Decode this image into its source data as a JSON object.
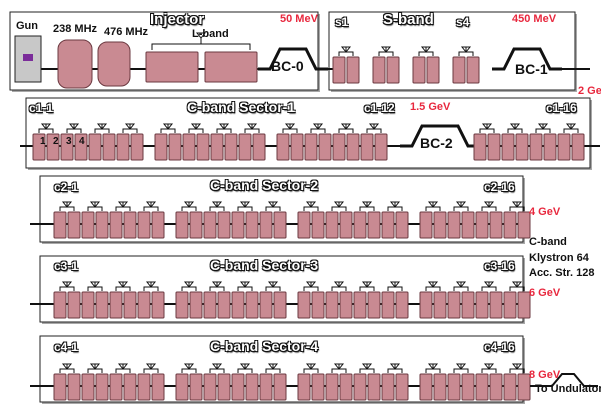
{
  "colors": {
    "module": "#c98a92",
    "module_stroke": "#6b3940",
    "energy_text": "#e8283e",
    "gun_fill": "#c8c8c8",
    "gun_cathode": "#7b2c9a"
  },
  "injector": {
    "gun_label": "Gun",
    "sbh1_label": "238 MHz",
    "sbh2_label": "476 MHz",
    "title": "Injector",
    "lband_label": "L-band",
    "bc0_label": "BC-0",
    "energy": "50 MeV"
  },
  "sband": {
    "title": "S-band",
    "first_label": "s1",
    "last_label": "s4",
    "energy": "450 MeV",
    "bc1_label": "BC-1",
    "edge_energy": "2 Ge"
  },
  "sector1": {
    "title": "C-band Sector-1",
    "first_label": "c1-1",
    "mid_label": "c1-12",
    "last_label": "c1-16",
    "energy": "1.5 GeV",
    "bc2_label": "BC-2",
    "numbers": [
      "1",
      "2",
      "3",
      "4"
    ]
  },
  "sector2": {
    "title": "C-band Sector-2",
    "first_label": "c2-1",
    "last_label": "c2-16",
    "energy": "4 GeV"
  },
  "sector3": {
    "title": "C-band Sector-3",
    "first_label": "c3-1",
    "last_label": "c3-16",
    "energy": "6 GeV"
  },
  "sector4": {
    "title": "C-band Sector-4",
    "first_label": "c4-1",
    "last_label": "c4-16",
    "energy": "8 GeV",
    "exit_label": "To Undulator"
  },
  "legend": {
    "title": "C-band",
    "klystrons": "Klystron 64",
    "structures": "Acc. Str. 128"
  }
}
